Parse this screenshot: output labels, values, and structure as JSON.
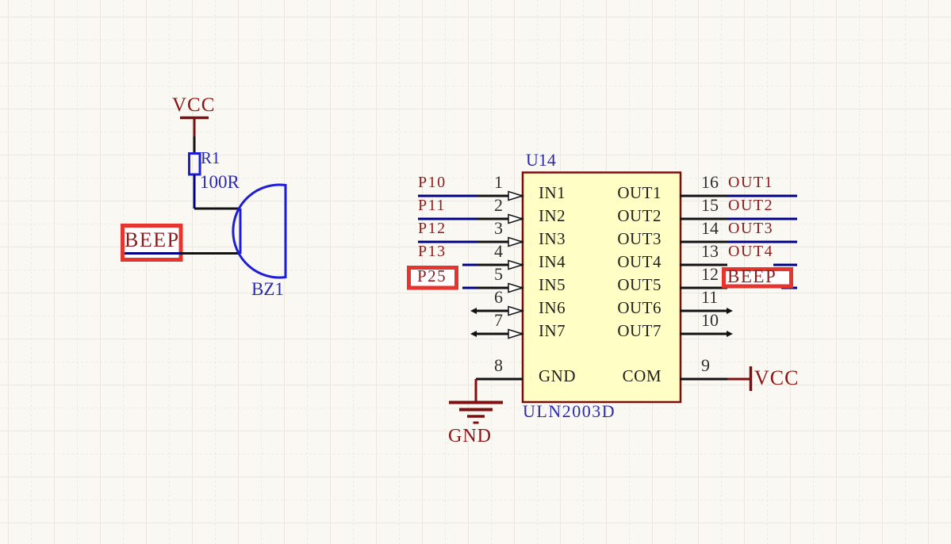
{
  "left_circuit": {
    "power_label": "VCC",
    "resistor": {
      "designator": "R1",
      "value": "100R"
    },
    "buzzer_designator": "BZ1",
    "net_label": "BEEP"
  },
  "ic": {
    "designator": "U14",
    "part_number": "ULN2003D",
    "left_pins": [
      {
        "number": "1",
        "name": "IN1",
        "net": "P10"
      },
      {
        "number": "2",
        "name": "IN2",
        "net": "P11"
      },
      {
        "number": "3",
        "name": "IN3",
        "net": "P12"
      },
      {
        "number": "4",
        "name": "IN4",
        "net": "P13"
      },
      {
        "number": "5",
        "name": "IN5",
        "net": "P25"
      },
      {
        "number": "6",
        "name": "IN6",
        "net": ""
      },
      {
        "number": "7",
        "name": "IN7",
        "net": ""
      }
    ],
    "right_pins": [
      {
        "number": "16",
        "name": "OUT1",
        "net": "OUT1"
      },
      {
        "number": "15",
        "name": "OUT2",
        "net": "OUT2"
      },
      {
        "number": "14",
        "name": "OUT3",
        "net": "OUT3"
      },
      {
        "number": "13",
        "name": "OUT4",
        "net": "OUT4"
      },
      {
        "number": "12",
        "name": "OUT5",
        "net": "BEEP"
      },
      {
        "number": "11",
        "name": "OUT6",
        "net": ""
      },
      {
        "number": "10",
        "name": "OUT7",
        "net": ""
      }
    ],
    "gnd_pin": {
      "number": "8",
      "name": "GND"
    },
    "com_pin": {
      "number": "9",
      "name": "COM",
      "net": "VCC"
    },
    "gnd_power_label": "GND"
  },
  "colors": {
    "wire": "#000087",
    "pin": "#111111",
    "symbol_blue": "#1D1DD8",
    "maroon": "#7C0F0F",
    "ic_fill": "#FFFFC5",
    "ic_border": "#7A0D0D",
    "highlight": "#E6352F",
    "background": "#FAF8F2"
  }
}
